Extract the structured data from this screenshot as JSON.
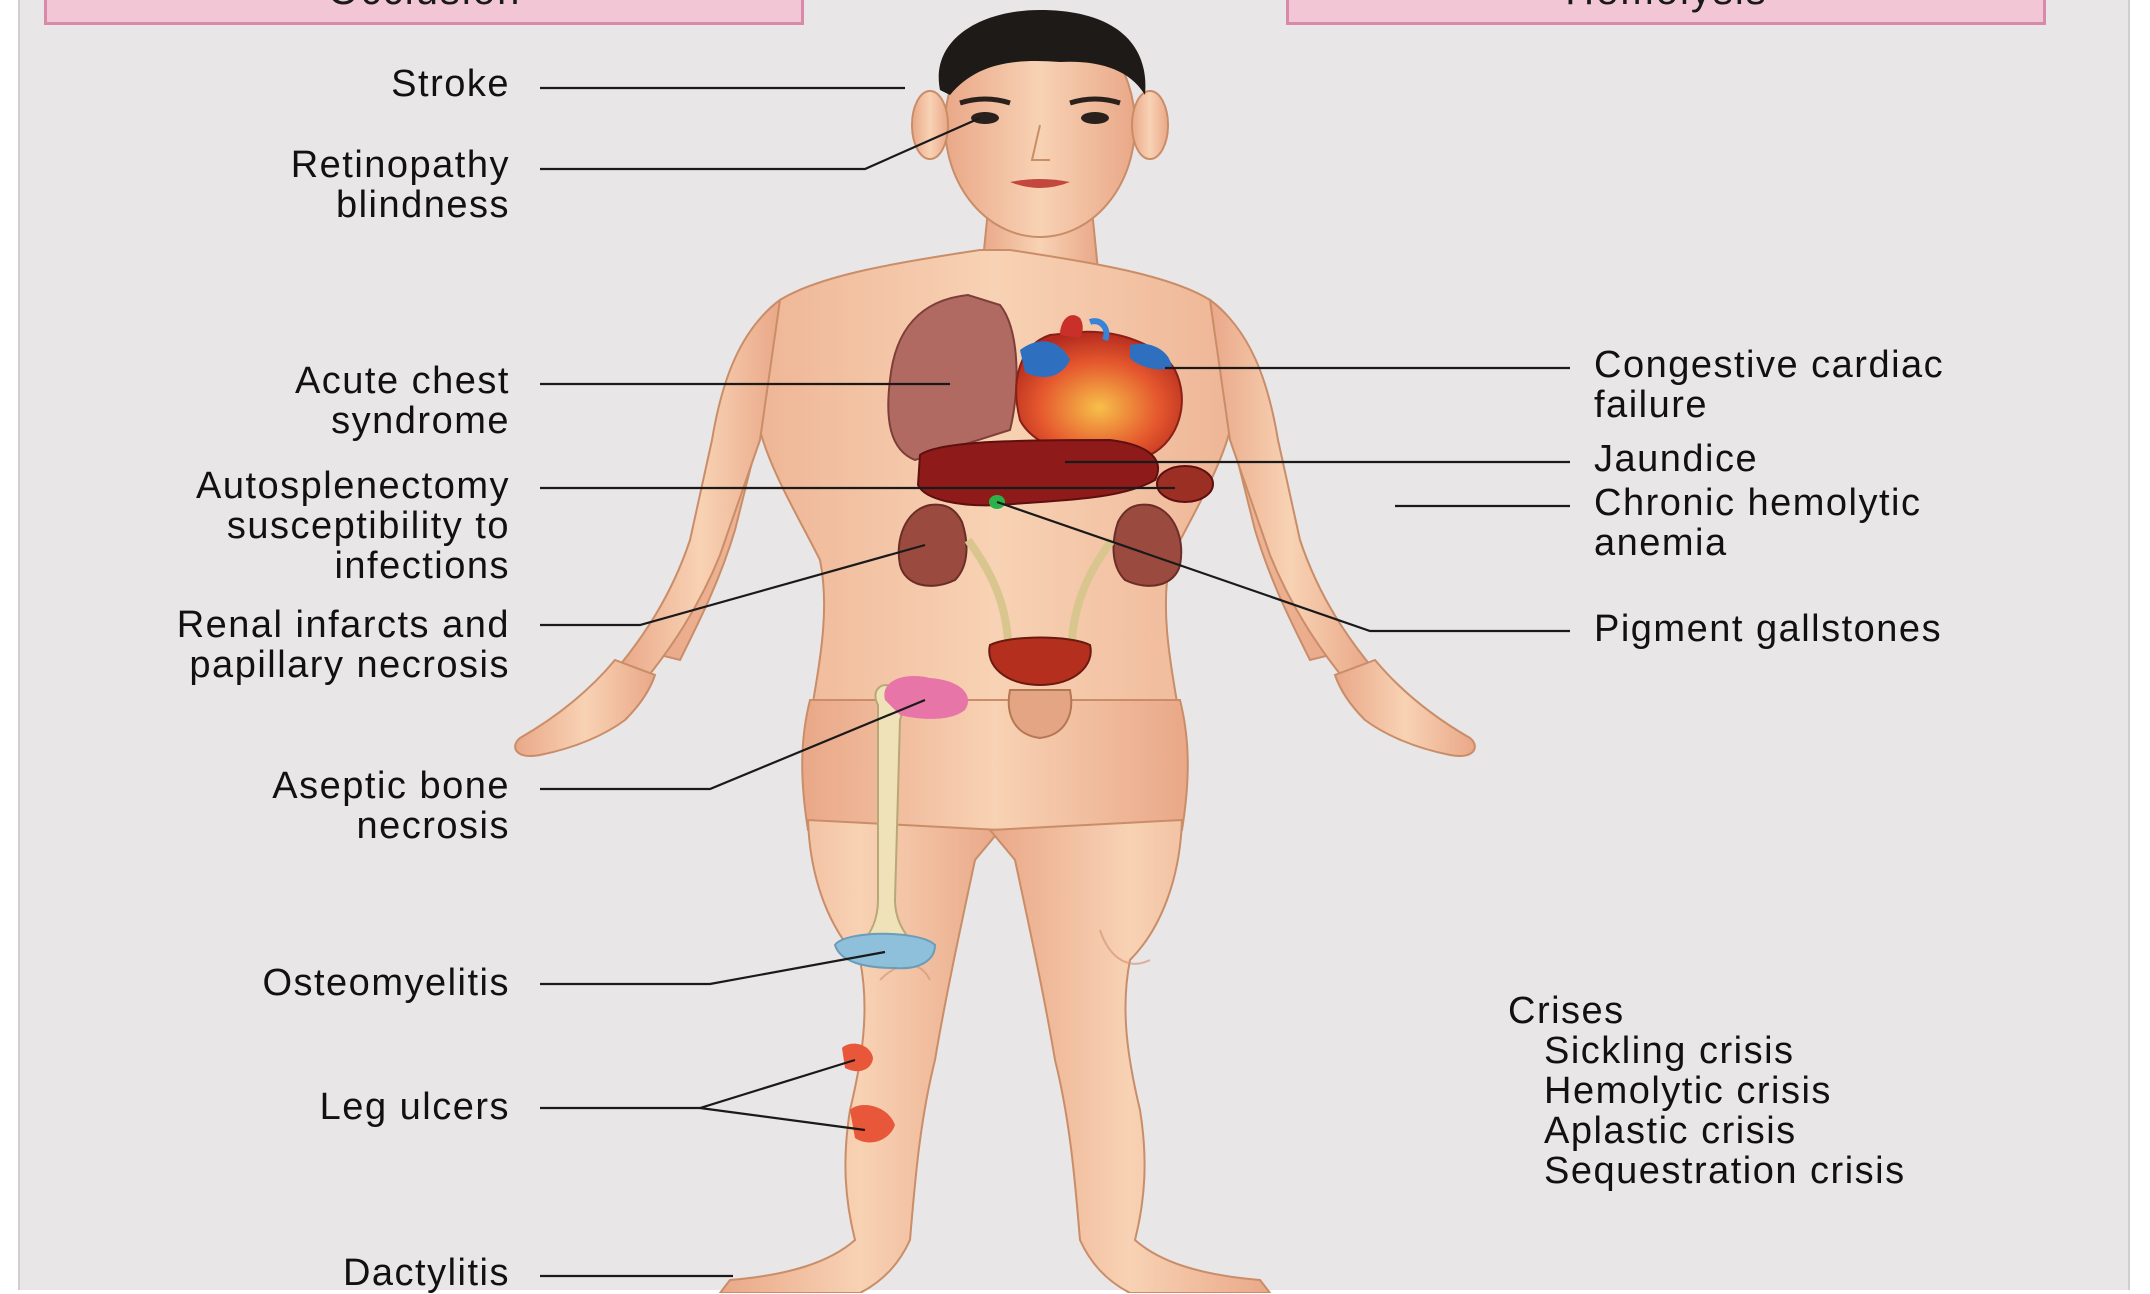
{
  "headers": {
    "left": "Occlusion",
    "right": "Hemolysis"
  },
  "left_labels": {
    "stroke": "Stroke",
    "retinopathy": "Retinopathy\nblindness",
    "acute_chest": "Acute chest\nsyndrome",
    "autosplenectomy": "Autosplenectomy\nsusceptibility to\ninfections",
    "renal": "Renal infarcts and\npapillary necrosis",
    "aseptic_bone": "Aseptic bone\nnecrosis",
    "osteomyelitis": "Osteomyelitis",
    "leg_ulcers": "Leg ulcers",
    "dactylitis": "Dactylitis"
  },
  "right_labels": {
    "cardiac": "Congestive cardiac\nfailure",
    "jaundice": "Jaundice",
    "anemia": "Chronic hemolytic\nanemia",
    "gallstones": "Pigment gallstones"
  },
  "crises": {
    "title": "Crises",
    "items": [
      "Sickling crisis",
      "Hemolytic crisis",
      "Aplastic crisis",
      "Sequestration crisis"
    ]
  },
  "colors": {
    "skin": "#f6c9a8",
    "skin_outline": "#c98d68",
    "hair": "#1e1a18",
    "lung": "#b06a62",
    "liver": "#8e1a1a",
    "kidney": "#9a4a3e",
    "heart": "#d63a2a",
    "bone": "#efe2b8",
    "ulcer": "#e8573a",
    "background": "#e8e6e7",
    "header_fill": "#f3c6d6"
  }
}
